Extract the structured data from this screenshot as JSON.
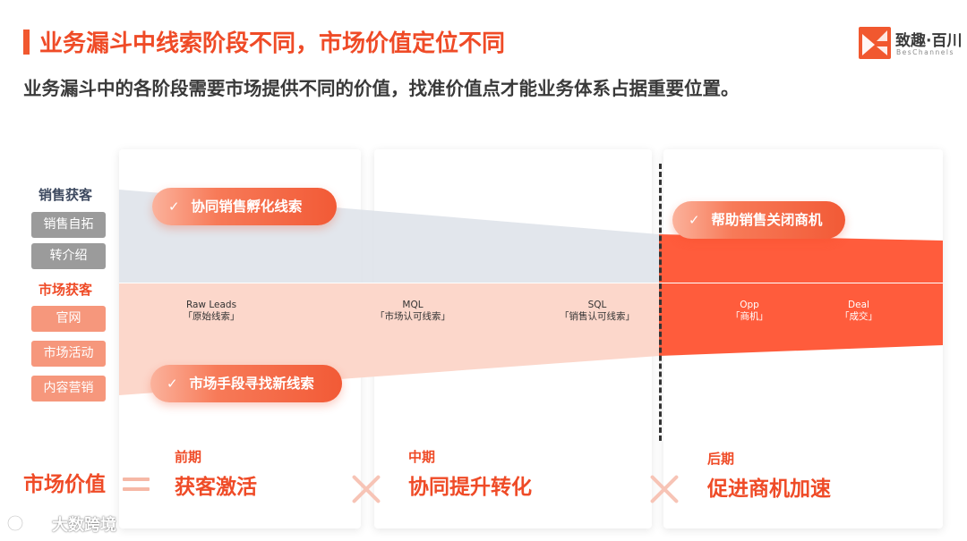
{
  "header": {
    "title": "业务漏斗中线索阶段不同，市场价值定位不同",
    "subtitle": "业务漏斗中的各阶段需要市场提供不同的价值，找准价值点才能业务体系占据重要位置。"
  },
  "logo": {
    "name": "致趣·百川",
    "name_en": "BesChannels"
  },
  "left_panel": {
    "sales_label": "销售获客",
    "sales_items": [
      "销售自拓",
      "转介绍"
    ],
    "market_label": "市场获客",
    "market_items": [
      "官网",
      "市场活动",
      "内容营销"
    ]
  },
  "stages": [
    {
      "en": "Raw Leads",
      "zh": "「原始线索」"
    },
    {
      "en": "MQL",
      "zh": "「市场认可线索」"
    },
    {
      "en": "SQL",
      "zh": "「销售认可线索」"
    },
    {
      "en": "Opp",
      "zh": "「商机」"
    },
    {
      "en": "Deal",
      "zh": "「成交」"
    }
  ],
  "pills": {
    "check": "✓",
    "sales_incubate": "协同销售孵化线索",
    "close_deal": "帮助销售关闭商机",
    "market_find": "市场手段寻找新线索"
  },
  "bottom": {
    "value_label": "市场价值",
    "phases": [
      {
        "small": "前期",
        "big": "获客激活"
      },
      {
        "small": "中期",
        "big": "协同提升转化"
      },
      {
        "small": "后期",
        "big": "促进商机加速"
      }
    ]
  },
  "watermark": {
    "text": "大数跨境"
  },
  "colors": {
    "accent": "#ef4b27",
    "sales_band": "#dfe3ea",
    "market_band": "#fcd5c8",
    "deal_band": "#ff5c3c",
    "chip_gray": "#9b9b9b",
    "chip_peach": "#f6977c"
  }
}
